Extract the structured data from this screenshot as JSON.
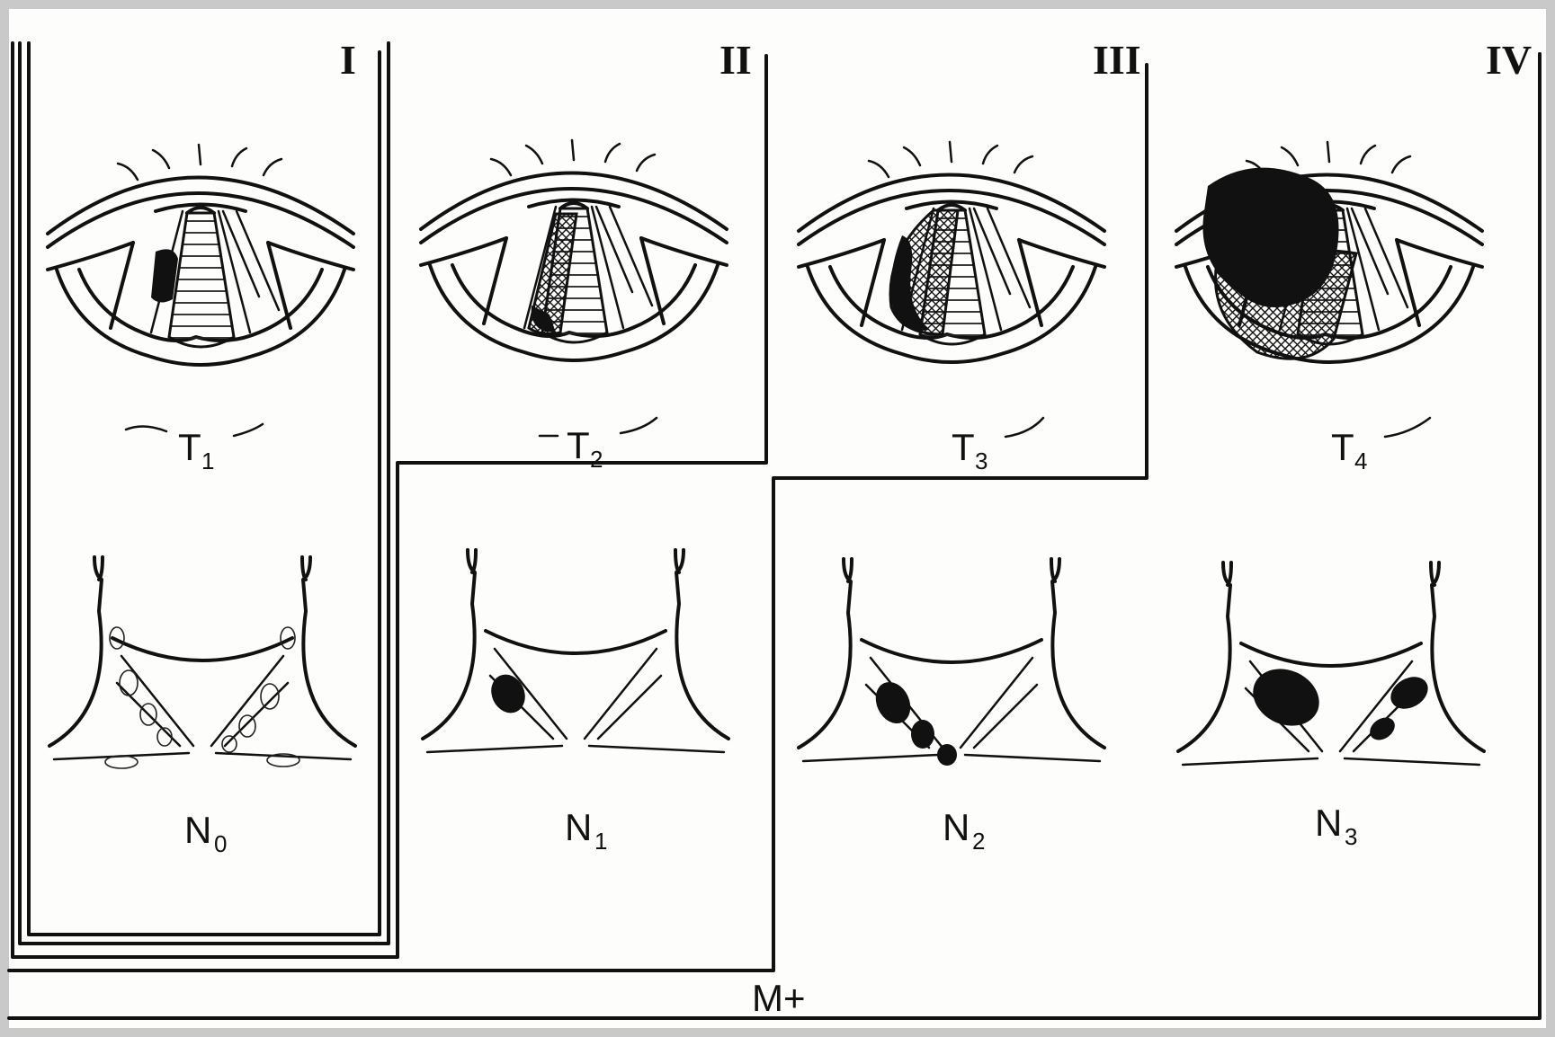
{
  "stages": [
    {
      "roman": "I",
      "t": "T",
      "t_sub": "1",
      "n": "N",
      "n_sub": "0"
    },
    {
      "roman": "II",
      "t": "T",
      "t_sub": "2",
      "n": "N",
      "n_sub": "1"
    },
    {
      "roman": "III",
      "t": "T",
      "t_sub": "3",
      "n": "N",
      "n_sub": "2"
    },
    {
      "roman": "IV",
      "t": "T",
      "t_sub": "4",
      "n": "N",
      "n_sub": "3"
    }
  ],
  "metastasis_label": "M+",
  "colors": {
    "ink": "#111111",
    "paper": "#fdfdfb",
    "border": "#c9c9c9"
  }
}
